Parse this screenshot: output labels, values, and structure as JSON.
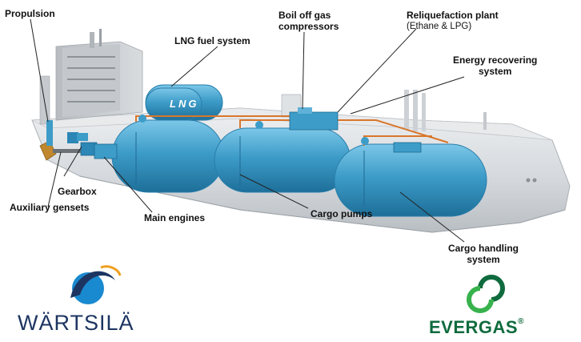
{
  "labels": {
    "propulsion": "Propulsion",
    "lng_fuel_system": "LNG fuel system",
    "boil_off_line1": "Boil off gas",
    "boil_off_line2": "compressors",
    "reliquefaction": "Reliquefaction plant",
    "reliquefaction_sub": "(Ethane & LPG)",
    "energy_line1": "Energy recovering",
    "energy_line2": "system",
    "gearbox": "Gearbox",
    "auxiliary_gensets": "Auxiliary gensets",
    "main_engines": "Main engines",
    "cargo_pumps": "Cargo pumps",
    "cargo_handling_line1": "Cargo handling",
    "cargo_handling_line2": "system"
  },
  "tank_marking": "LNG",
  "logos": {
    "left_name": "WÄRTSILÄ",
    "right_name": "EVERGAS",
    "right_mark": "®"
  },
  "colors": {
    "tank_blue": "#3d9cc8",
    "hull_grey": "#d6d9dc",
    "wartsila_navy": "#1d3561",
    "wartsila_blue": "#1a8ad0",
    "evergas_green": "#0f6b3e",
    "evergas_light": "#37b24d",
    "pipe_orange": "#d9772b"
  }
}
